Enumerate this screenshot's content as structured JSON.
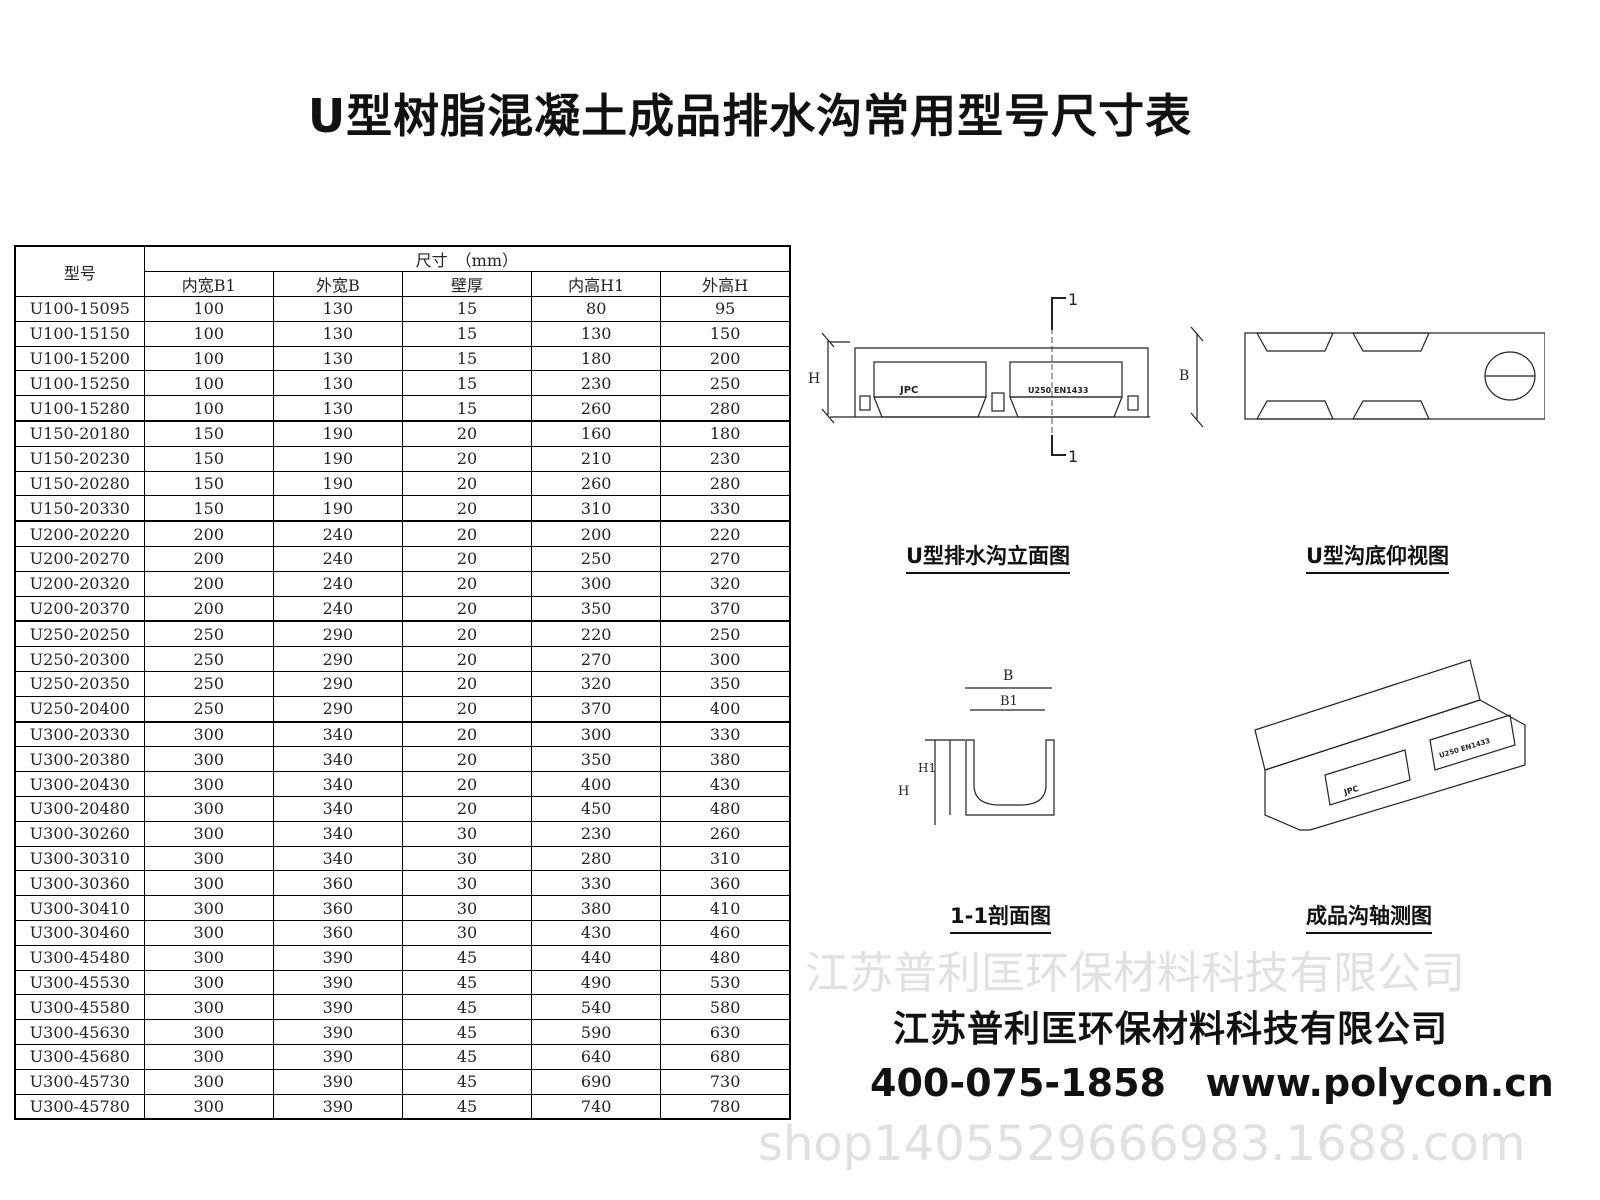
{
  "title": "U型树脂混凝土成品排水沟常用型号尺寸表",
  "table": {
    "header_model": "型号",
    "header_group": "尺寸　（mm）",
    "columns": [
      "内宽B1",
      "外宽B",
      "壁厚",
      "内高H1",
      "外高H"
    ],
    "rows": [
      [
        "U100-15095",
        "100",
        "130",
        "15",
        "80",
        "95"
      ],
      [
        "U100-15150",
        "100",
        "130",
        "15",
        "130",
        "150"
      ],
      [
        "U100-15200",
        "100",
        "130",
        "15",
        "180",
        "200"
      ],
      [
        "U100-15250",
        "100",
        "130",
        "15",
        "230",
        "250"
      ],
      [
        "U100-15280",
        "100",
        "130",
        "15",
        "260",
        "280"
      ],
      [
        "U150-20180",
        "150",
        "190",
        "20",
        "160",
        "180"
      ],
      [
        "U150-20230",
        "150",
        "190",
        "20",
        "210",
        "230"
      ],
      [
        "U150-20280",
        "150",
        "190",
        "20",
        "260",
        "280"
      ],
      [
        "U150-20330",
        "150",
        "190",
        "20",
        "310",
        "330"
      ],
      [
        "U200-20220",
        "200",
        "240",
        "20",
        "200",
        "220"
      ],
      [
        "U200-20270",
        "200",
        "240",
        "20",
        "250",
        "270"
      ],
      [
        "U200-20320",
        "200",
        "240",
        "20",
        "300",
        "320"
      ],
      [
        "U200-20370",
        "200",
        "240",
        "20",
        "350",
        "370"
      ],
      [
        "U250-20250",
        "250",
        "290",
        "20",
        "220",
        "250"
      ],
      [
        "U250-20300",
        "250",
        "290",
        "20",
        "270",
        "300"
      ],
      [
        "U250-20350",
        "250",
        "290",
        "20",
        "320",
        "350"
      ],
      [
        "U250-20400",
        "250",
        "290",
        "20",
        "370",
        "400"
      ],
      [
        "U300-20330",
        "300",
        "340",
        "20",
        "300",
        "330"
      ],
      [
        "U300-20380",
        "300",
        "340",
        "20",
        "350",
        "380"
      ],
      [
        "U300-20430",
        "300",
        "340",
        "20",
        "400",
        "430"
      ],
      [
        "U300-20480",
        "300",
        "340",
        "20",
        "450",
        "480"
      ],
      [
        "U300-30260",
        "300",
        "340",
        "30",
        "230",
        "260"
      ],
      [
        "U300-30310",
        "300",
        "340",
        "30",
        "280",
        "310"
      ],
      [
        "U300-30360",
        "300",
        "360",
        "30",
        "330",
        "360"
      ],
      [
        "U300-30410",
        "300",
        "360",
        "30",
        "380",
        "410"
      ],
      [
        "U300-30460",
        "300",
        "360",
        "30",
        "430",
        "460"
      ],
      [
        "U300-45480",
        "300",
        "390",
        "45",
        "440",
        "480"
      ],
      [
        "U300-45530",
        "300",
        "390",
        "45",
        "490",
        "530"
      ],
      [
        "U300-45580",
        "300",
        "390",
        "45",
        "540",
        "580"
      ],
      [
        "U300-45630",
        "300",
        "390",
        "45",
        "590",
        "630"
      ],
      [
        "U300-45680",
        "300",
        "390",
        "45",
        "640",
        "680"
      ],
      [
        "U300-45730",
        "300",
        "390",
        "45",
        "690",
        "730"
      ],
      [
        "U300-45780",
        "300",
        "390",
        "45",
        "740",
        "780"
      ]
    ],
    "group_starts": [
      5,
      9,
      13,
      17
    ]
  },
  "drawings": {
    "elevation": {
      "caption": "U型排水沟立面图",
      "dim_h": "H",
      "section_mark": "1",
      "label_left": "JPC",
      "label_right": "U250  EN1433"
    },
    "bottom": {
      "caption": "U型沟底仰视图",
      "dim_b": "B"
    },
    "section": {
      "caption": "1-1剖面图",
      "dim_b": "B",
      "dim_b1": "B1",
      "dim_h": "H",
      "dim_h1": "H1"
    },
    "axonometric": {
      "caption": "成品沟轴测图",
      "label_left": "JPC",
      "label_right": "U250 EN1433"
    }
  },
  "company": {
    "name": "江苏普利匡环保材料科技有限公司",
    "phone": "400-075-1858",
    "website": "www.polycon.cn"
  },
  "watermark": {
    "name": "江苏普利匡环保材料科技有限公司",
    "shop": "shop1405529666983.1688.com"
  }
}
